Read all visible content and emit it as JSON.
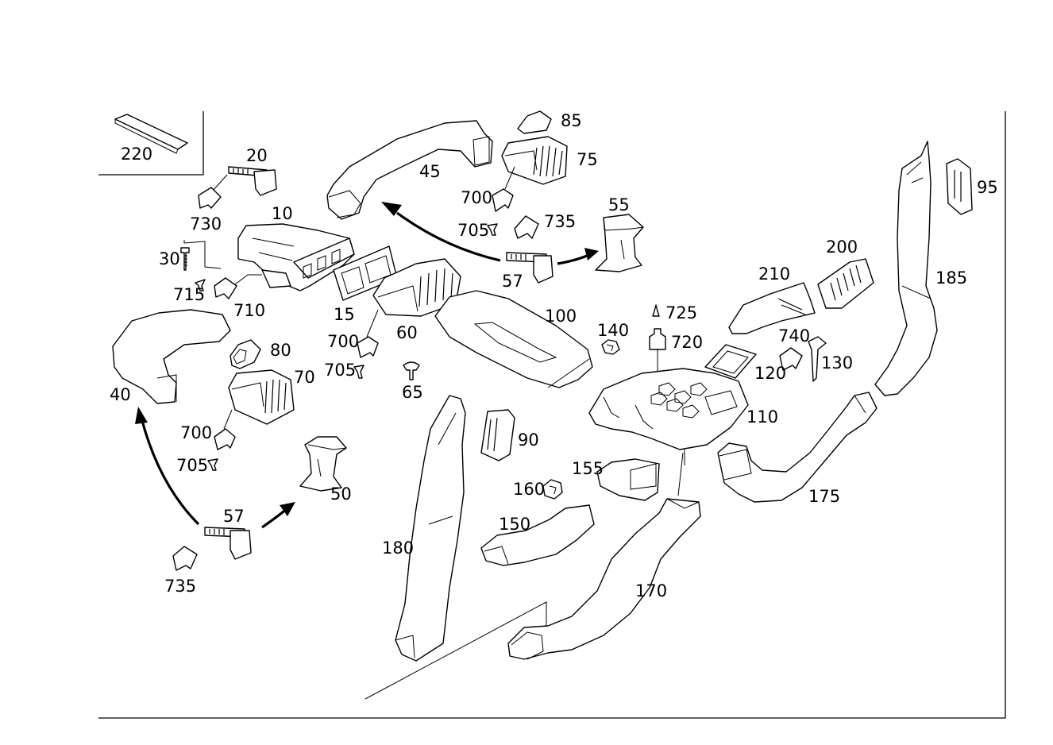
{
  "diagram": {
    "parts": [
      {
        "id": "p220",
        "label": "220"
      },
      {
        "id": "p20",
        "label": "20"
      },
      {
        "id": "p730",
        "label": "730"
      },
      {
        "id": "p10",
        "label": "10"
      },
      {
        "id": "p30",
        "label": "30"
      },
      {
        "id": "p715",
        "label": "715"
      },
      {
        "id": "p710",
        "label": "710"
      },
      {
        "id": "p15",
        "label": "15"
      },
      {
        "id": "p45",
        "label": "45"
      },
      {
        "id": "p85",
        "label": "85"
      },
      {
        "id": "p75",
        "label": "75"
      },
      {
        "id": "p700a",
        "label": "700"
      },
      {
        "id": "p705a",
        "label": "705"
      },
      {
        "id": "p735a",
        "label": "735"
      },
      {
        "id": "p55",
        "label": "55"
      },
      {
        "id": "p57a",
        "label": "57"
      },
      {
        "id": "p60",
        "label": "60"
      },
      {
        "id": "p700b",
        "label": "700"
      },
      {
        "id": "p705b",
        "label": "705"
      },
      {
        "id": "p65",
        "label": "65"
      },
      {
        "id": "p100",
        "label": "100"
      },
      {
        "id": "p40",
        "label": "40"
      },
      {
        "id": "p80",
        "label": "80"
      },
      {
        "id": "p70",
        "label": "70"
      },
      {
        "id": "p700c",
        "label": "700"
      },
      {
        "id": "p705c",
        "label": "705"
      },
      {
        "id": "p50",
        "label": "50"
      },
      {
        "id": "p57b",
        "label": "57"
      },
      {
        "id": "p735b",
        "label": "735"
      },
      {
        "id": "p140",
        "label": "140"
      },
      {
        "id": "p725",
        "label": "725"
      },
      {
        "id": "p720",
        "label": "720"
      },
      {
        "id": "p90",
        "label": "90"
      },
      {
        "id": "p160",
        "label": "160"
      },
      {
        "id": "p155",
        "label": "155"
      },
      {
        "id": "p150",
        "label": "150"
      },
      {
        "id": "p180",
        "label": "180"
      },
      {
        "id": "p170",
        "label": "170"
      },
      {
        "id": "p110",
        "label": "110"
      },
      {
        "id": "p120",
        "label": "120"
      },
      {
        "id": "p210",
        "label": "210"
      },
      {
        "id": "p200",
        "label": "200"
      },
      {
        "id": "p740",
        "label": "740"
      },
      {
        "id": "p130",
        "label": "130"
      },
      {
        "id": "p175",
        "label": "175"
      },
      {
        "id": "p185",
        "label": "185"
      },
      {
        "id": "p95",
        "label": "95"
      }
    ]
  }
}
